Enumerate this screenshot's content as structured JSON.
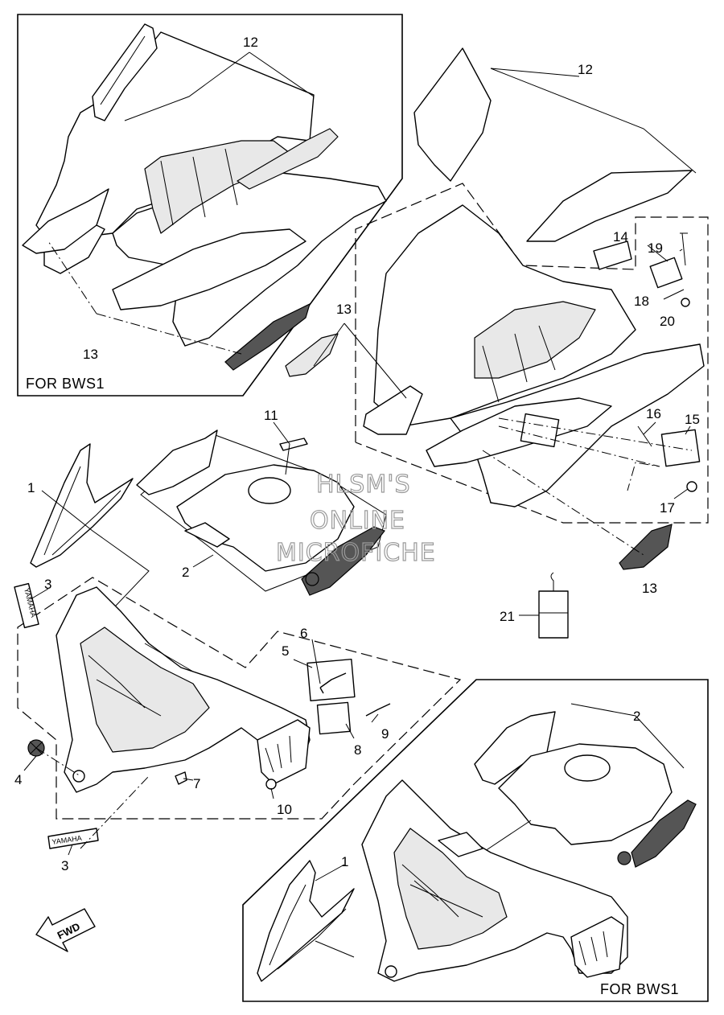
{
  "callouts": [
    "1",
    "2",
    "3",
    "4",
    "5",
    "6",
    "7",
    "8",
    "9",
    "10",
    "11",
    "12",
    "13",
    "14",
    "15",
    "16",
    "17",
    "18",
    "19",
    "20",
    "21"
  ],
  "box_labels": {
    "top_left": "FOR BWS1",
    "bottom_right": "FOR BWS1"
  },
  "direction_arrow": "FWD",
  "decal_text": {
    "yamaha": "YAMAHA"
  },
  "watermark": {
    "line1": "HLSM'S",
    "line2": "ONLINE",
    "line3": "MICROFICHE"
  }
}
